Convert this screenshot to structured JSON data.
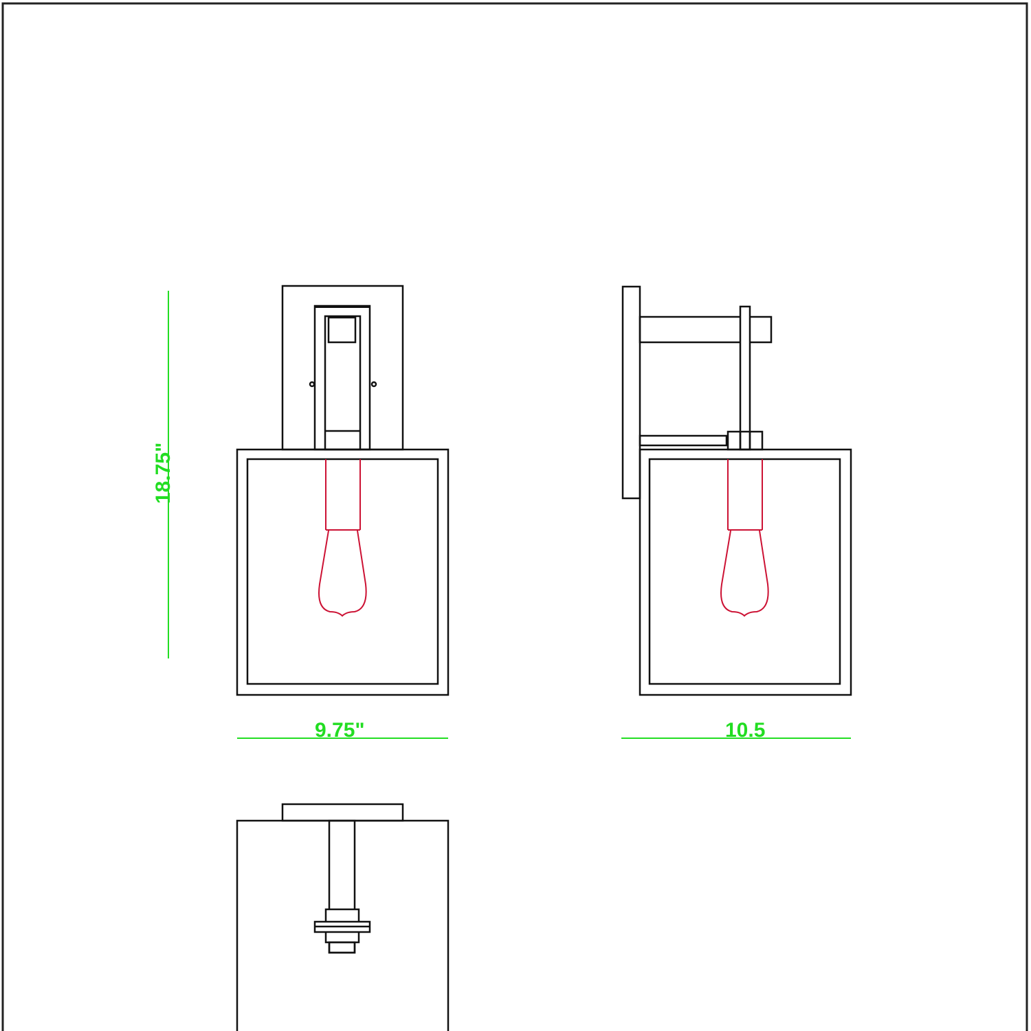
{
  "drawing": {
    "views": [
      {
        "name": "front-view",
        "label": ""
      },
      {
        "name": "side-view",
        "label": ""
      },
      {
        "name": "top-view",
        "label": ""
      }
    ],
    "dimensions": {
      "height": "18.75\"",
      "front_width": "9.75\"",
      "side_depth": "10.5"
    },
    "colors": {
      "outline": "#111111",
      "bulb": "#cc1133",
      "dimension": "#22dd22",
      "frame": "#222222"
    }
  }
}
